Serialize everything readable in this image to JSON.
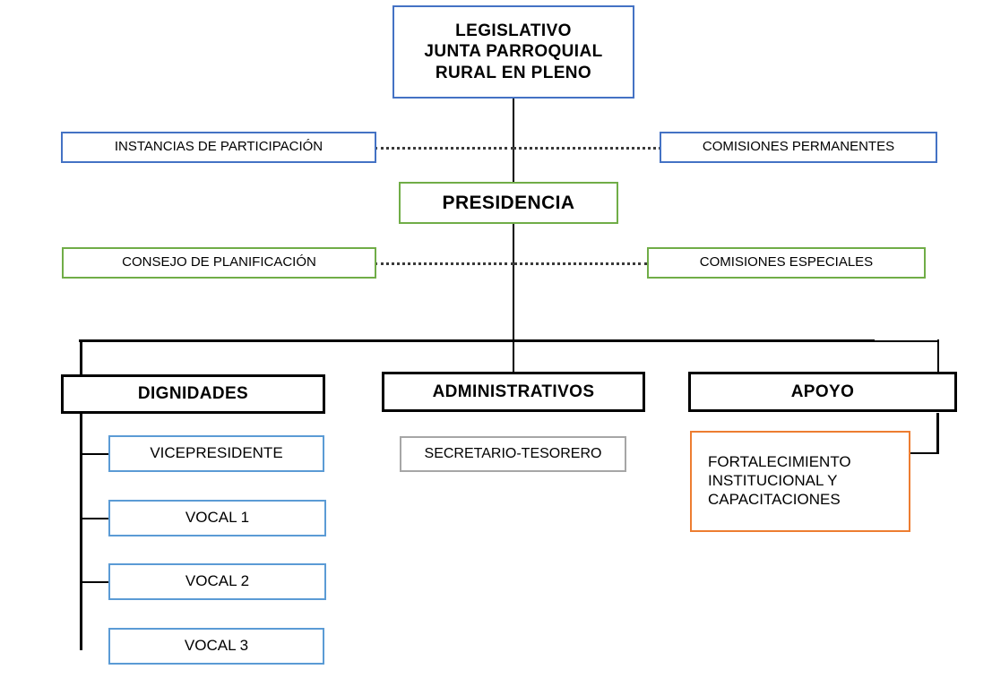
{
  "diagram": {
    "title": "Organigrama Junta Parroquial Rural",
    "colors": {
      "blue_dark": "#4472C4",
      "blue_light": "#5B9BD5",
      "green": "#70AD47",
      "black": "#000000",
      "gray": "#A6A6A6",
      "orange": "#ED7D31"
    }
  },
  "nodes": {
    "legislativo": "LEGISLATIVO\nJUNTA PARROQUIAL\nRURAL EN PLENO",
    "instancias_participacion": "INSTANCIAS  DE  PARTICIPACIÓN",
    "comisiones_permanentes": "COMISIONES  PERMANENTES",
    "presidencia": "PRESIDENCIA",
    "consejo_planificacion": "CONSEJO DE PLANIFICACIÓN",
    "comisiones_especiales": "COMISIONES  ESPECIALES",
    "dignidades": "DIGNIDADES",
    "administrativos": "ADMINISTRATIVOS",
    "apoyo": "APOYO",
    "vicepresidente": "VICEPRESIDENTE",
    "vocal_1": "VOCAL 1",
    "vocal_2": "VOCAL 2",
    "vocal_3": "VOCAL 3",
    "secretario_tesorero": "SECRETARIO-TESORERO",
    "fortalecimiento": "FORTALECIMIENTO\nINSTITUCIONAL   Y\nCAPACITACIONES"
  }
}
